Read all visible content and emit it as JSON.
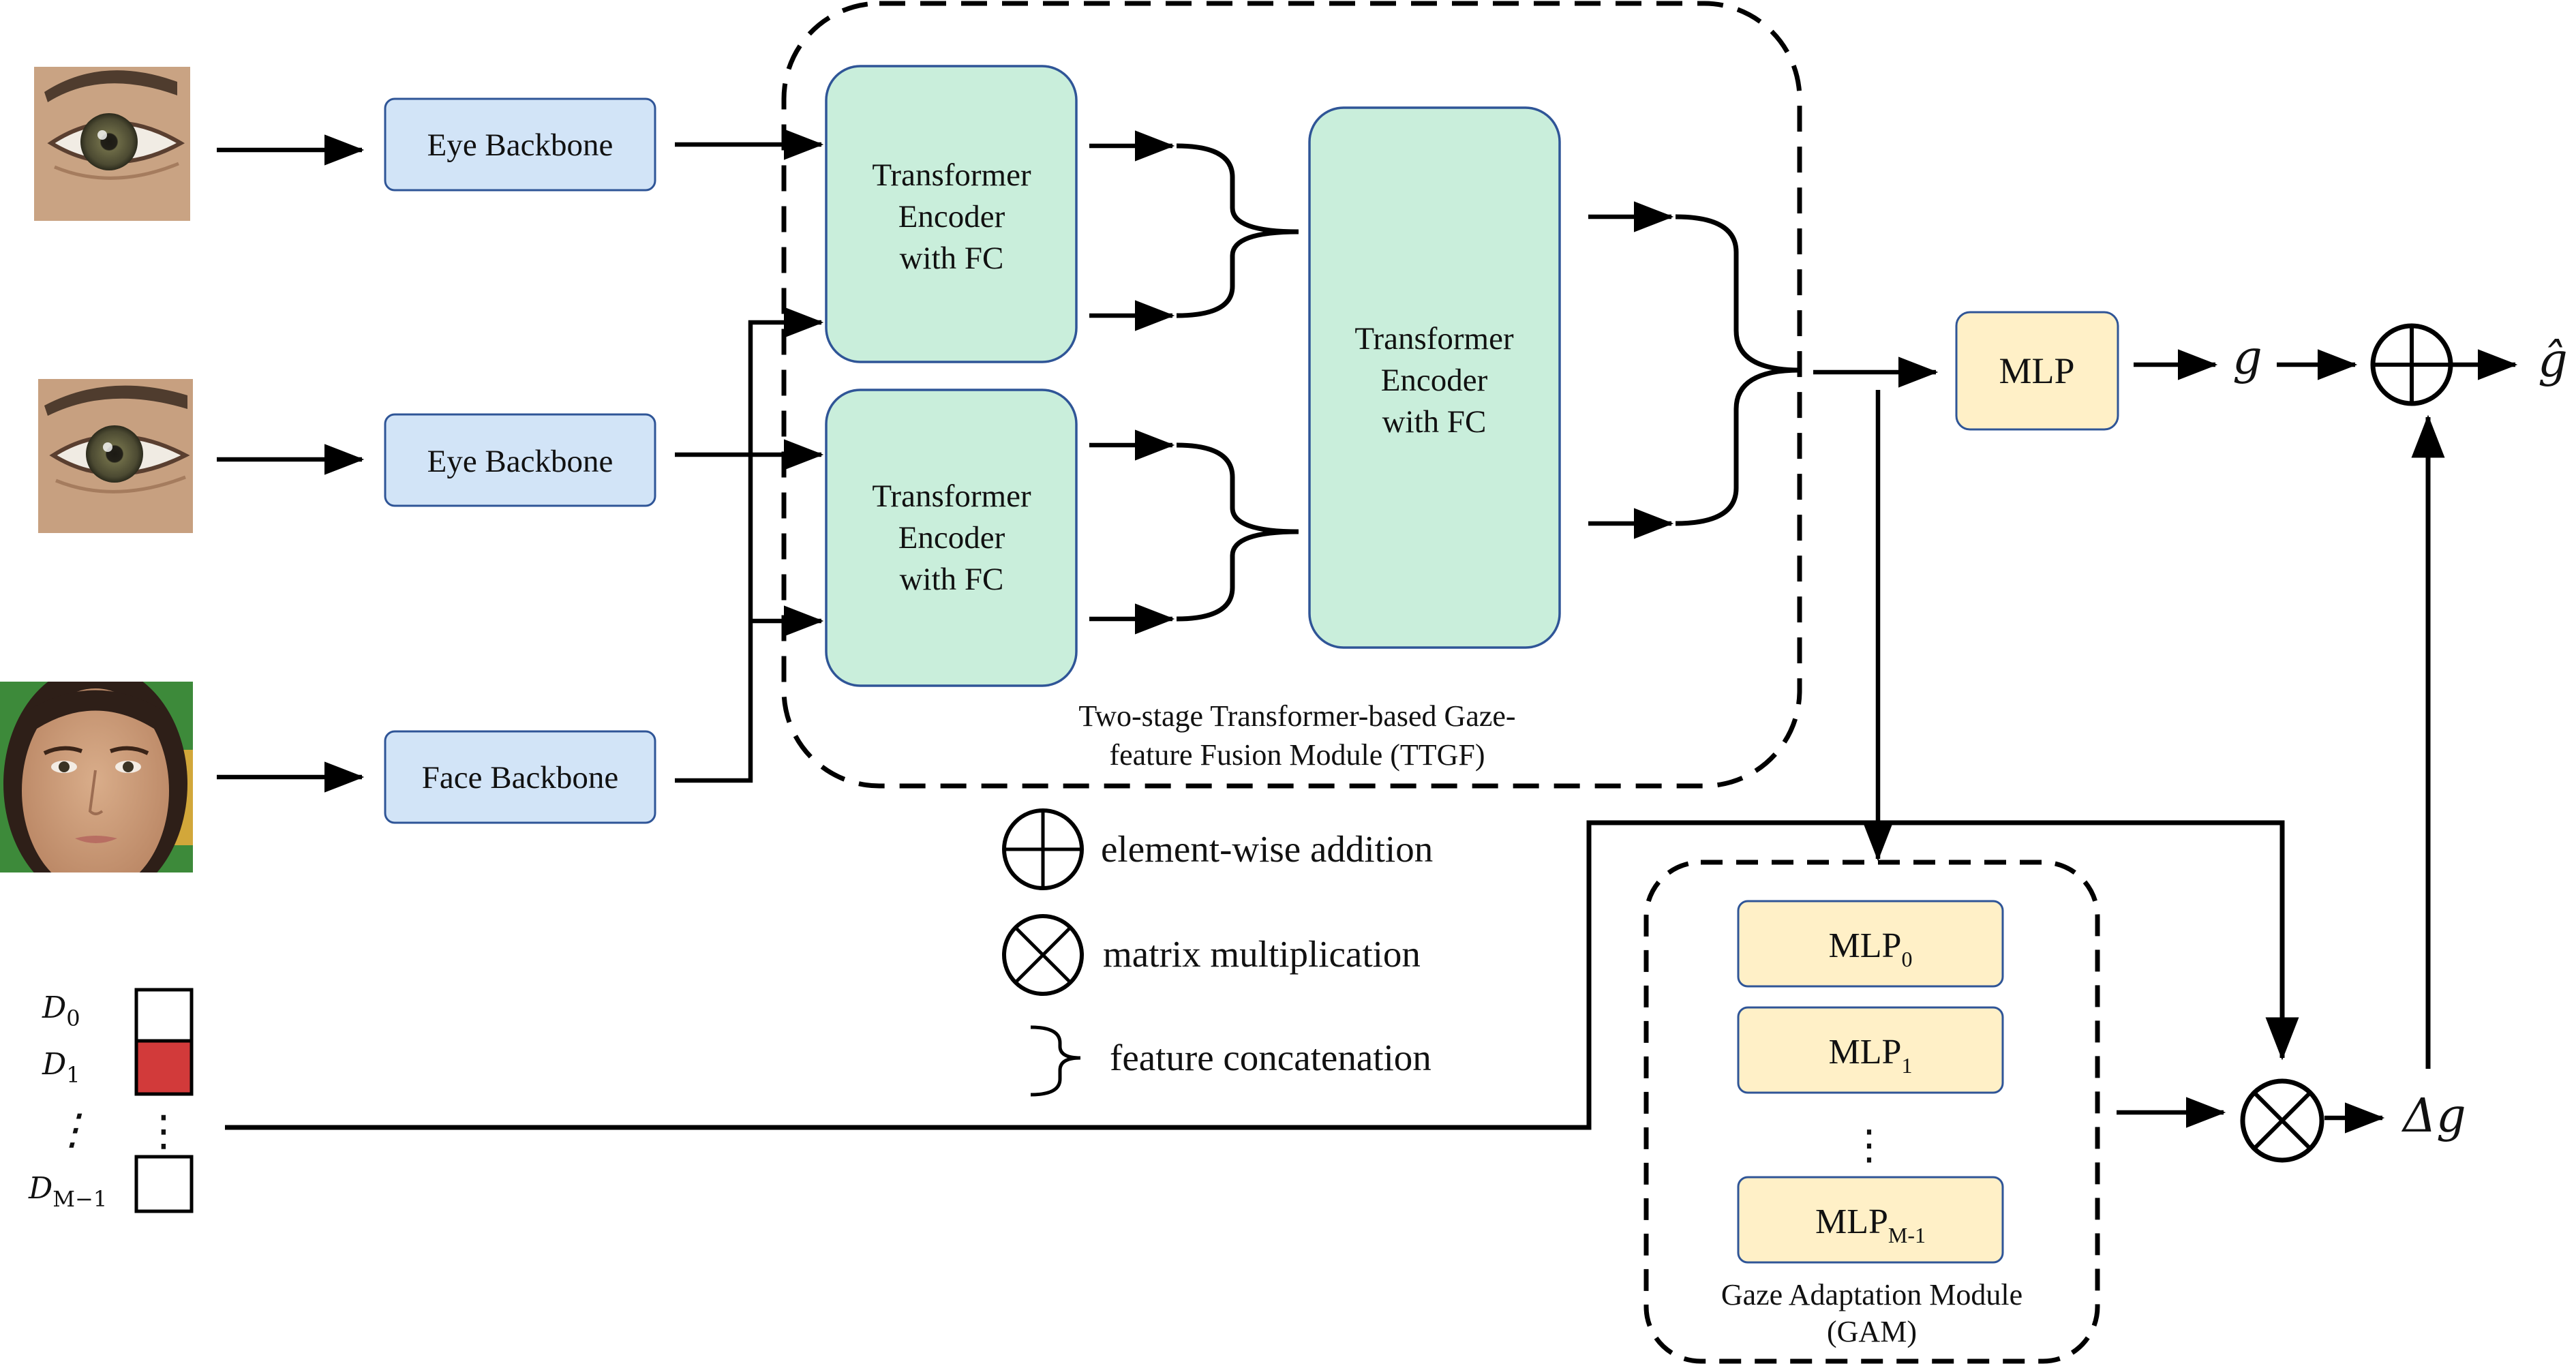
{
  "colors": {
    "backbone_fill": "#d2e4f7",
    "backbone_stroke": "#2f5597",
    "transformer_fill": "#c9eedb",
    "transformer_stroke": "#2f5597",
    "mlp_fill": "#fff0c7",
    "mlp_stroke": "#2f5597",
    "domain_selected": "#d23a3a",
    "line": "#000000"
  },
  "inputs": {
    "eye_left_icon": "eye-photo",
    "eye_right_icon": "eye-photo",
    "face_icon": "face-photo"
  },
  "backbones": {
    "eye1": "Eye Backbone",
    "eye2": "Eye Backbone",
    "face": "Face Backbone"
  },
  "ttgf": {
    "enc_top": [
      "Transformer",
      "Encoder",
      "with FC"
    ],
    "enc_bottom": [
      "Transformer",
      "Encoder",
      "with FC"
    ],
    "enc_second": [
      "Transformer",
      "Encoder",
      "with FC"
    ],
    "caption": [
      "Two-stage Transformer-based Gaze-",
      "feature Fusion Module (TTGF)"
    ]
  },
  "mlp_main": "MLP",
  "outputs": {
    "g": "g",
    "g_hat": "ĝ",
    "delta_g": "Δg"
  },
  "legend": {
    "add": "element-wise addition",
    "mult": "matrix multiplication",
    "concat": "feature concatenation"
  },
  "domains": {
    "d0": {
      "base": "D",
      "sub": "0"
    },
    "d1": {
      "base": "D",
      "sub": "1"
    },
    "dm": {
      "base": "D",
      "sub": "M−1"
    },
    "dots": "⋮",
    "selected_index": 1
  },
  "gam": {
    "mlp0": {
      "base": "MLP",
      "sub": "0"
    },
    "mlp1": {
      "base": "MLP",
      "sub": "1"
    },
    "mlpm": {
      "base": "MLP",
      "sub": "M-1"
    },
    "dots": "⋮",
    "caption": [
      "Gaze Adaptation Module",
      "(GAM)"
    ]
  }
}
